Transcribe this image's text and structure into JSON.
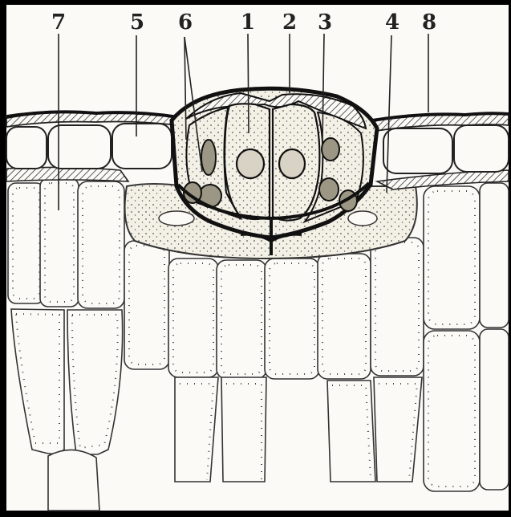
{
  "figure": {
    "background_color": "#fbfaf6",
    "frame_color": "#000000",
    "ink_color": "#222222",
    "labels": [
      {
        "id": "l7",
        "text": "7"
      },
      {
        "id": "l5",
        "text": "5"
      },
      {
        "id": "l6",
        "text": "6"
      },
      {
        "id": "l1",
        "text": "1"
      },
      {
        "id": "l2",
        "text": "2"
      },
      {
        "id": "l3",
        "text": "3"
      },
      {
        "id": "l4",
        "text": "4"
      },
      {
        "id": "l8",
        "text": "8"
      }
    ]
  }
}
